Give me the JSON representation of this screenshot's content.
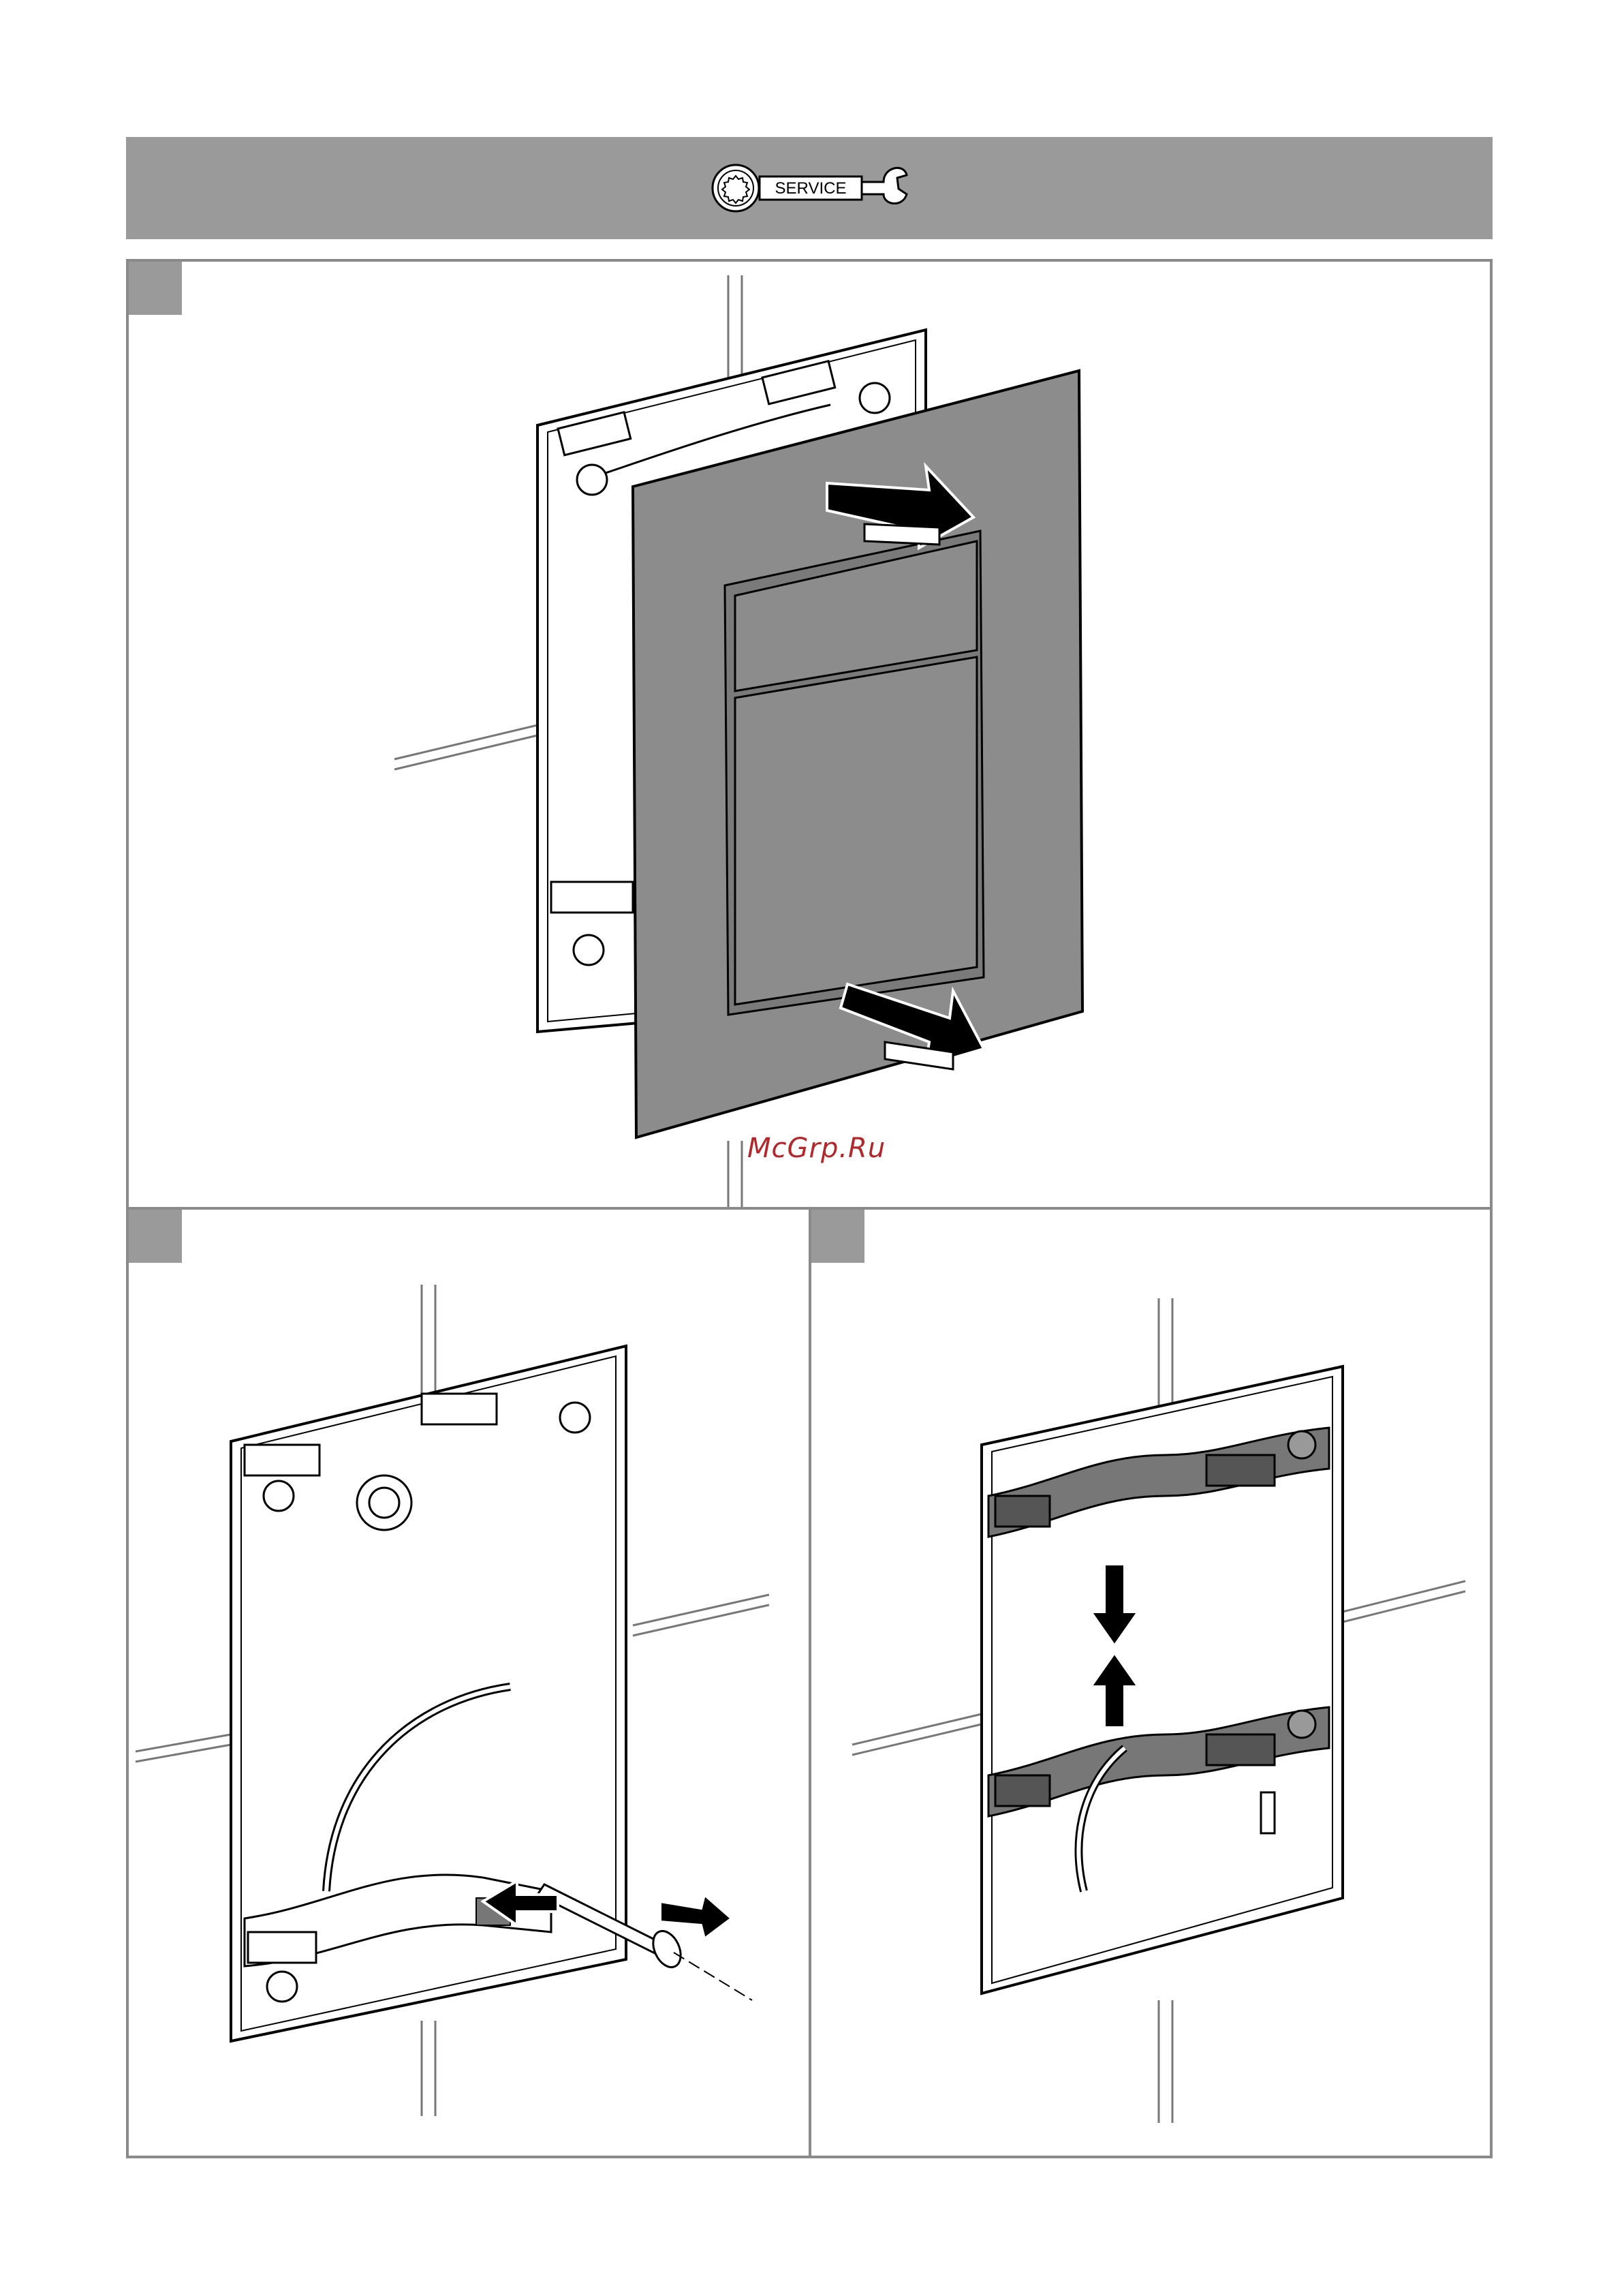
{
  "header": {
    "service_label": "SERVICE",
    "icon": "service-wrench-gear-icon"
  },
  "watermark": "McGrp.Ru",
  "steps": [
    {
      "id": "step-1",
      "icon": "remove-cover-plate-illustration"
    },
    {
      "id": "step-2",
      "icon": "insert-screw-frame-illustration"
    },
    {
      "id": "step-3",
      "icon": "adjust-frame-rails-illustration"
    }
  ],
  "colors": {
    "header_gray": "#9a9a9a",
    "panel_border": "#8a8a8a",
    "plate_gray": "#8c8c8c",
    "watermark_red": "#b3262a"
  }
}
